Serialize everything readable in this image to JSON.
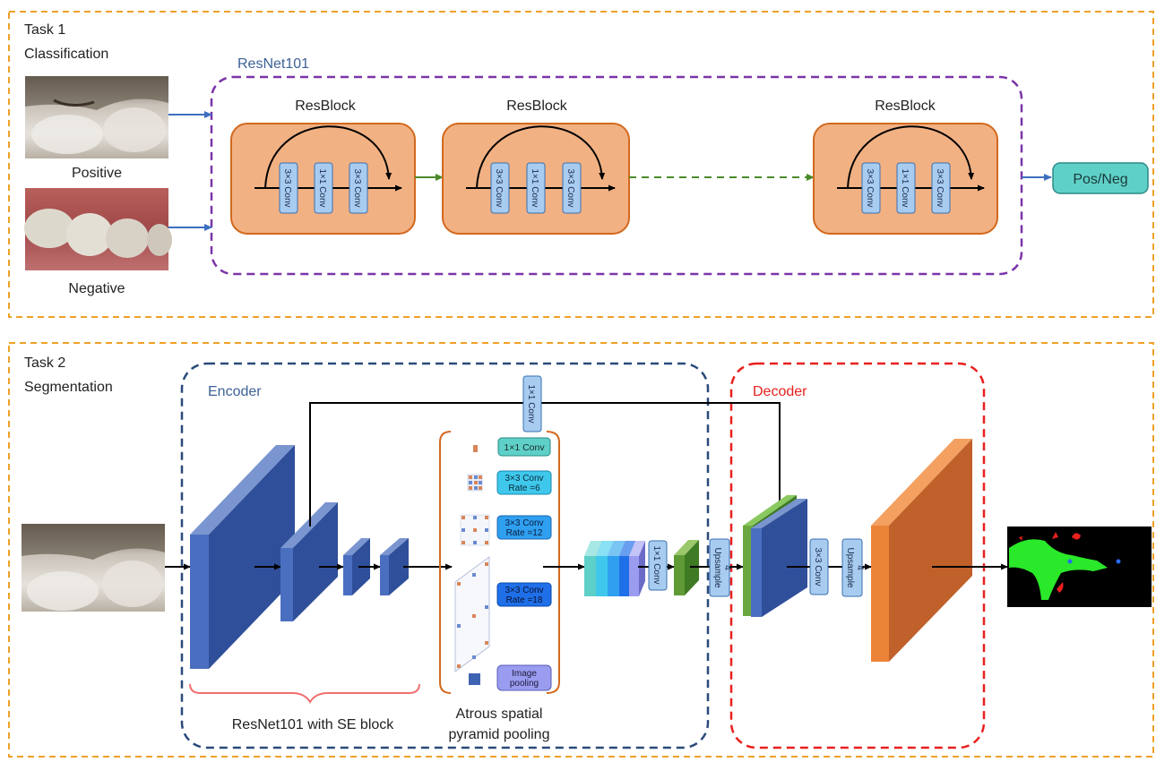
{
  "task1": {
    "title": "Task 1",
    "subtitle": "Classification",
    "network_label": "ResNet101",
    "image_labels": [
      "Positive",
      "Negative"
    ],
    "resblock_label": "ResBlock",
    "conv_labels": [
      "3×3 Conv",
      "1×1 Conv",
      "3×3 Conv"
    ],
    "output_label": "Pos/Neg"
  },
  "task2": {
    "title": "Task 2",
    "subtitle": "Segmentation",
    "encoder_label": "Encoder",
    "decoder_label": "Decoder",
    "skip_conv_label": "1×1 Conv",
    "aspp_items": [
      {
        "line1": "1×1 Conv",
        "line2": ""
      },
      {
        "line1": "3×3 Conv",
        "line2": "Rate =6"
      },
      {
        "line1": "3×3 Conv",
        "line2": "Rate =12"
      },
      {
        "line1": "3×3 Conv",
        "line2": "Rate =18"
      },
      {
        "line1": "Image",
        "line2": "pooling"
      }
    ],
    "post_aspp_conv_label": "1×1 Conv",
    "upsample_line1": "Upsample",
    "upsample_line2": "4",
    "decoder_conv_label": "3×3 Conv",
    "backbone_caption": "ResNet101 with SE block",
    "aspp_caption_line1": "Atrous spatial",
    "aspp_caption_line2": "pyramid pooling"
  },
  "colors": {
    "orange_dash": "#f0a028",
    "purple_dash": "#7a35a8",
    "blue_dash": "#2a4a7a",
    "red_dash": "#e8201e",
    "resblock_fill": "#f2b183",
    "resblock_stroke": "#d2691e",
    "conv_fill": "#a8ccf0",
    "conv_stroke": "#3a6fb0",
    "teal": "#5fd0c8",
    "encoder_blue": "#3f63b3",
    "green_arrow": "#4a8a2a",
    "connector_blue": "#3d6fc0",
    "network_title_blue": "#3d6196"
  }
}
